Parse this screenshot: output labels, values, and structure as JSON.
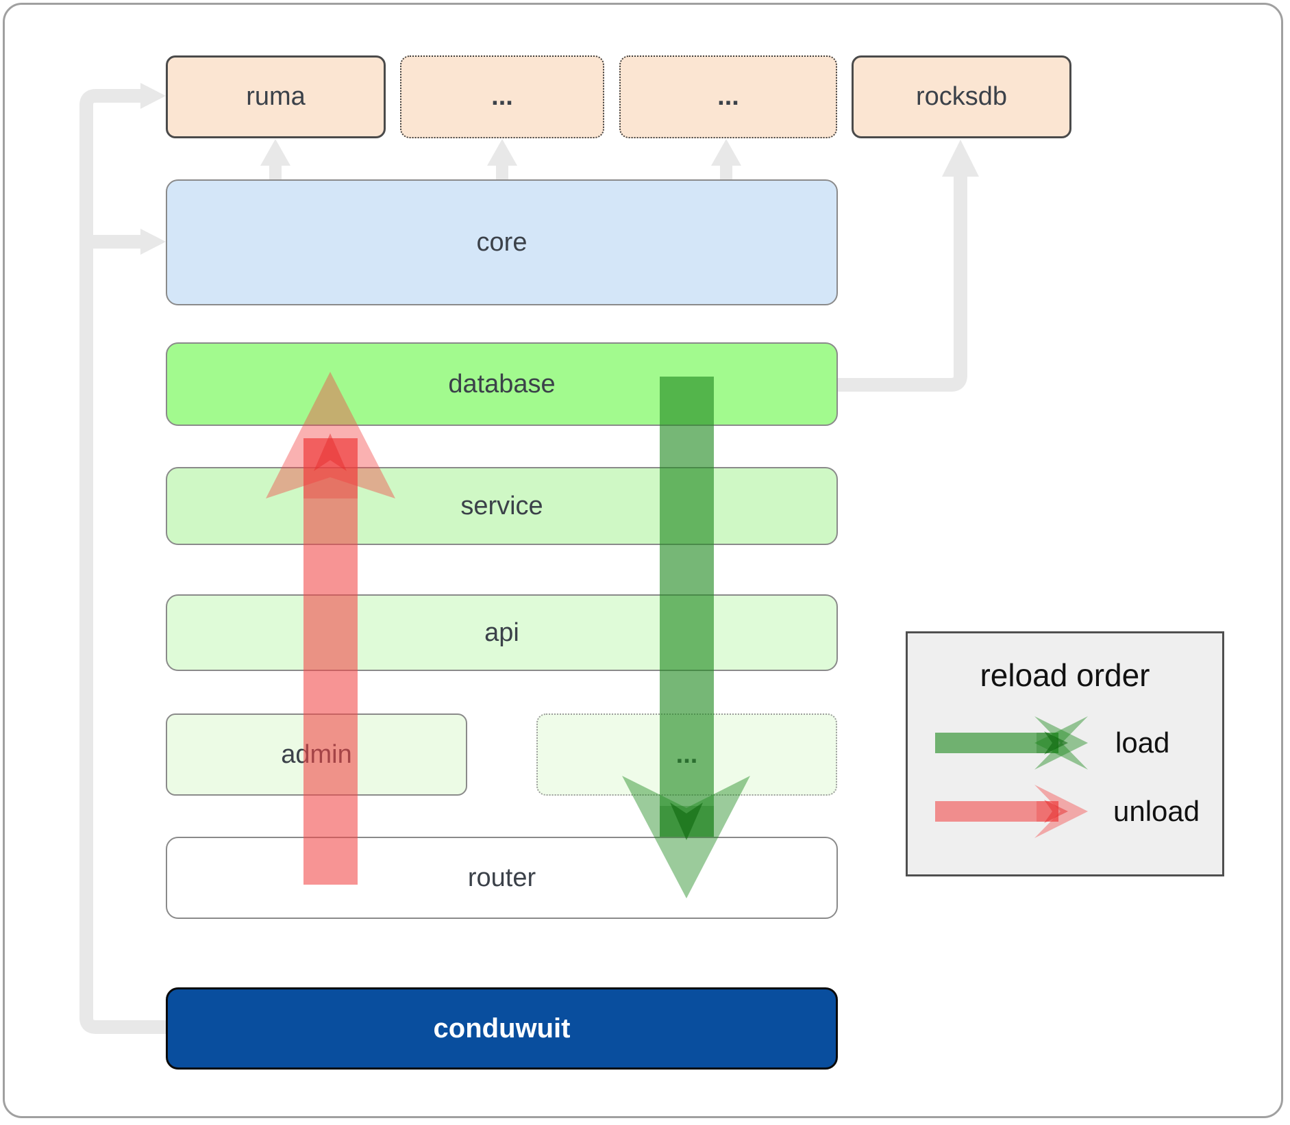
{
  "diagram": {
    "nodes": {
      "ruma": {
        "label": "ruma"
      },
      "dots1": {
        "label": "..."
      },
      "dots2": {
        "label": "..."
      },
      "rocksdb": {
        "label": "rocksdb"
      },
      "core": {
        "label": "core"
      },
      "database": {
        "label": "database"
      },
      "service": {
        "label": "service"
      },
      "api": {
        "label": "api"
      },
      "admin": {
        "label": "admin"
      },
      "dots3": {
        "label": "..."
      },
      "router": {
        "label": "router"
      },
      "conduwuit": {
        "label": "conduwuit"
      }
    },
    "legend": {
      "title": "reload order",
      "load_label": "load",
      "unload_label": "unload"
    },
    "colors": {
      "peach": "#FBE5D2",
      "core_blue": "#D4E6F8",
      "database_green": "#A2FA8E",
      "service_green": "#CFF8C5",
      "api_green": "#DFFBD8",
      "admin_green": "#ECFBE5",
      "dots3_green": "#EFFCE9",
      "router_white": "#FFFFFF",
      "conduwuit_blue": "#094E9E",
      "connector_gray": "#E8E8E8",
      "load_shaft": "rgba(34,139,34,0.62)",
      "load_head": "rgba(34,139,34,0.45)",
      "load_extra": "rgba(22,120,22,0.30)",
      "load_tip": "rgba(10,100,10,0.55)",
      "unload_shaft": "rgba(242,70,70,0.58)",
      "unload_head": "rgba(242,70,70,0.42)",
      "unload_extra": "rgba(235,50,50,0.30)",
      "unload_tip": "rgba(230,45,45,0.50)",
      "label_dark": "#3B4149",
      "legend_bg": "#EFEFEF",
      "legend_border": "#4F4F4F",
      "text_black": "#111111",
      "node_border_gray": "#8A8A8A",
      "node_border_dark": "#4A4A4A",
      "canvas_border": "#A0A0A0"
    }
  }
}
